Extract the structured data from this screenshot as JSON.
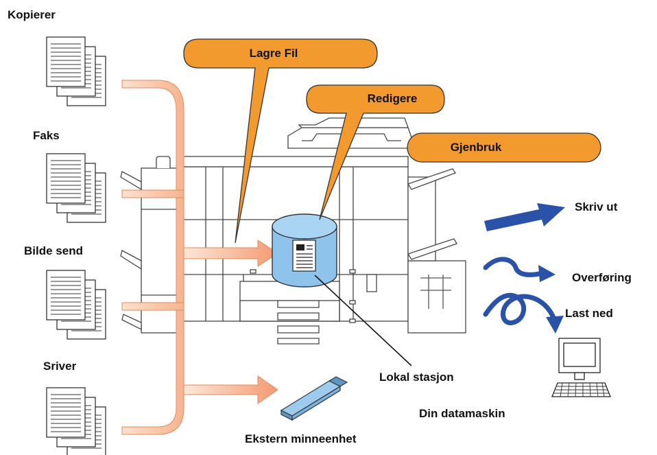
{
  "sources": {
    "copier": "Kopierer",
    "fax": "Faks",
    "image_send": "Bilde send",
    "printer_driver": "Sriver"
  },
  "callouts": {
    "save_file": "Lagre Fil",
    "edit": "Redigere",
    "reuse": "Gjenbruk"
  },
  "outputs": {
    "print": "Skriv ut",
    "transfer": "Overføring",
    "download": "Last ned"
  },
  "storage": {
    "local_drive": "Lokal stasjon",
    "external_memory": "Ekstern minneenhet"
  },
  "computer": "Din datamaskin",
  "colors": {
    "callout_fill": "#f39a2e",
    "drive_fill": "#8ec4ec",
    "arrow_blue": "#2a52a8",
    "flow_gradient_start": "#fde6d6",
    "flow_gradient_end": "#f1936a"
  }
}
